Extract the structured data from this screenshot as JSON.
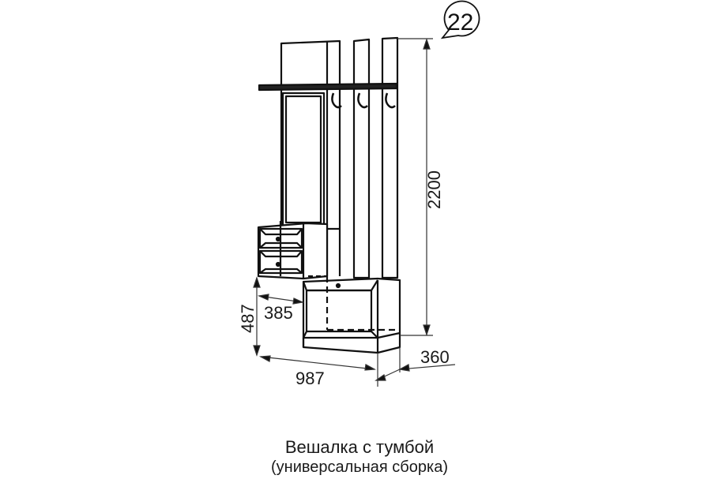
{
  "badge": {
    "number": "22"
  },
  "dimensions": {
    "height_total": "2200",
    "width_total": "987",
    "depth": "360",
    "cabinet_width": "385",
    "cabinet_height": "487"
  },
  "caption": {
    "title": "Вешалка с тумбой",
    "subtitle": "(универсальная сборка)"
  },
  "colors": {
    "line": "#111111",
    "background": "#ffffff"
  }
}
